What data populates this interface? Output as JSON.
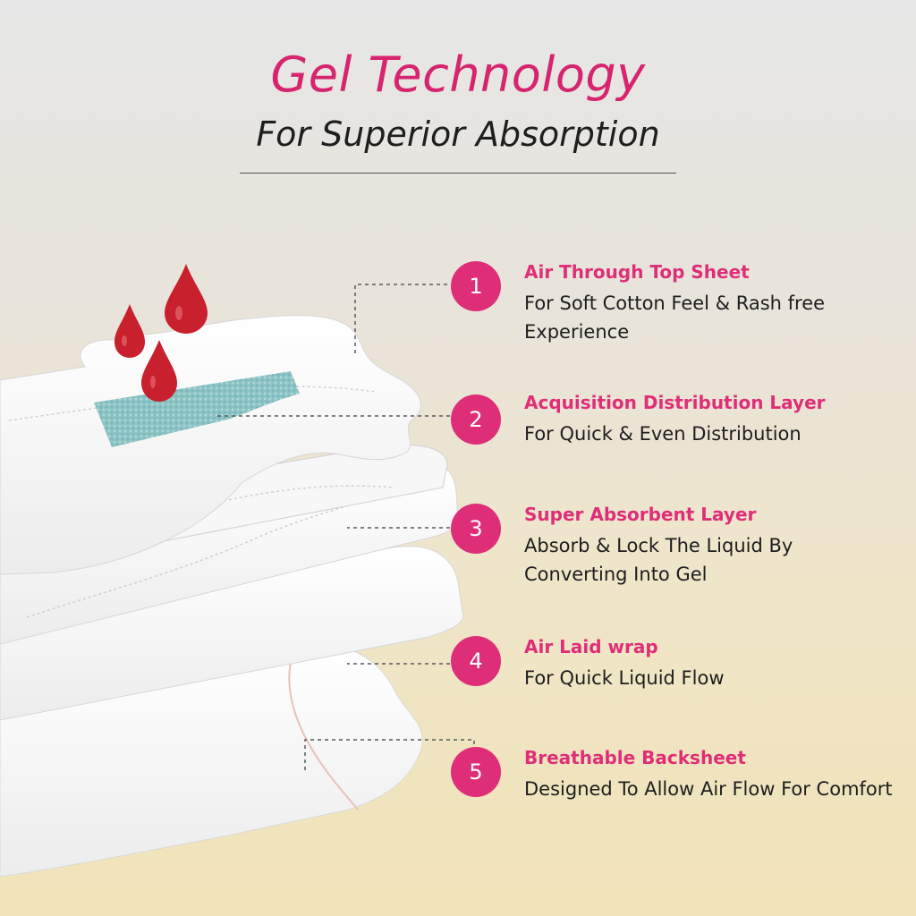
{
  "header": {
    "title": "Gel Technology",
    "subtitle": "For Superior Absorption"
  },
  "colors": {
    "accent": "#df2e78",
    "title": "#d6246e",
    "text": "#1d1d1d",
    "drop": "#c8202c",
    "gel_strip": "#8cc3c4"
  },
  "features": [
    {
      "number": "1",
      "title": "Air Through Top Sheet",
      "description": "For Soft Cotton Feel & Rash free Experience"
    },
    {
      "number": "2",
      "title": "Acquisition Distribution Layer",
      "description": "For Quick & Even Distribution"
    },
    {
      "number": "3",
      "title": "Super Absorbent Layer",
      "description": "Absorb & Lock The Liquid By Converting Into Gel"
    },
    {
      "number": "4",
      "title": "Air Laid wrap",
      "description": "For Quick Liquid Flow"
    },
    {
      "number": "5",
      "title": "Breathable Backsheet",
      "description": "Designed To Allow Air Flow For Comfort"
    }
  ]
}
